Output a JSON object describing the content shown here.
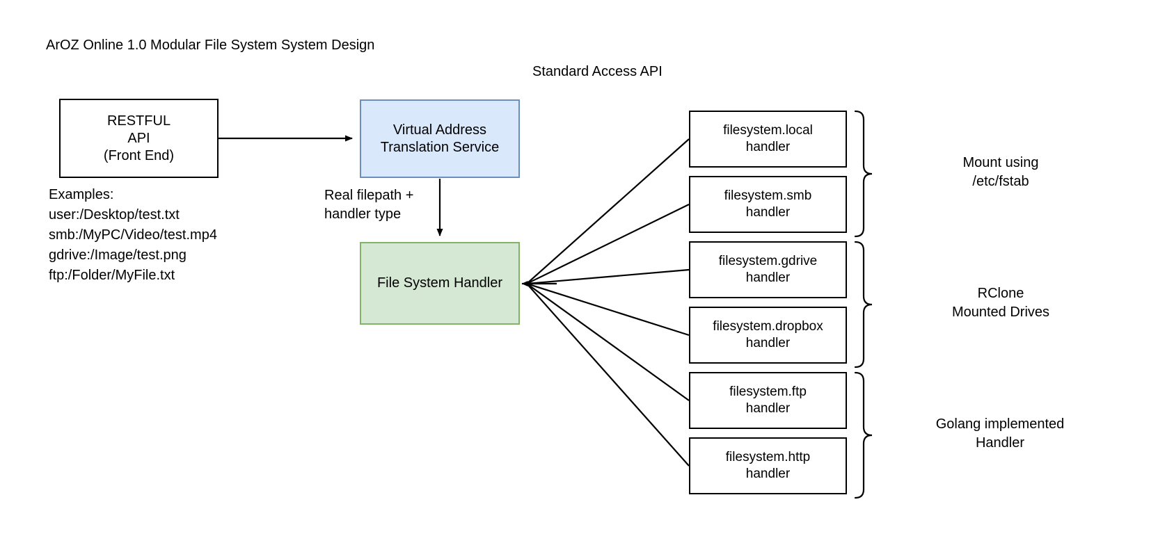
{
  "title": "ArOZ Online 1.0 Modular File System System Design",
  "captions": {
    "standard_access_api": "Standard Access API",
    "edge_translate": "Real filepath +\nhandler type"
  },
  "nodes": {
    "restful_api": {
      "label": "RESTFUL\nAPI\n(Front End)",
      "fill": "#ffffff",
      "stroke": "#000000"
    },
    "virtual_address_translation": {
      "label": "Virtual Address\nTranslation Service",
      "fill": "#dae8fc",
      "stroke": "#6c8ebf"
    },
    "file_system_handler": {
      "label": "File System Handler",
      "fill": "#d5e8d4",
      "stroke": "#82b366"
    }
  },
  "examples": {
    "heading": "Examples:",
    "items": [
      "user:/Desktop/test.txt",
      "smb:/MyPC/Video/test.mp4",
      "gdrive:/Image/test.png",
      "ftp:/Folder/MyFile.txt"
    ],
    "text": "Examples:\nuser:/Desktop/test.txt\nsmb:/MyPC/Video/test.mp4\ngdrive:/Image/test.png\nftp:/Folder/MyFile.txt"
  },
  "handlers": [
    {
      "name": "filesystem.local",
      "label": "filesystem.local\nhandler"
    },
    {
      "name": "filesystem.smb",
      "label": "filesystem.smb\nhandler"
    },
    {
      "name": "filesystem.gdrive",
      "label": "filesystem.gdrive\nhandler"
    },
    {
      "name": "filesystem.dropbox",
      "label": "filesystem.dropbox\nhandler"
    },
    {
      "name": "filesystem.ftp",
      "label": "filesystem.ftp\nhandler"
    },
    {
      "name": "filesystem.http",
      "label": "filesystem.http\nhandler"
    }
  ],
  "handler_groups": [
    {
      "label": "Mount using\n/etc/fstab",
      "handlers": [
        "filesystem.local",
        "filesystem.smb"
      ]
    },
    {
      "label": "RClone\nMounted Drives",
      "handlers": [
        "filesystem.gdrive",
        "filesystem.dropbox"
      ]
    },
    {
      "label": "Golang implemented\nHandler",
      "handlers": [
        "filesystem.ftp",
        "filesystem.http"
      ]
    }
  ],
  "colors": {
    "line": "#000000",
    "background": "#ffffff",
    "blue_fill": "#dae8fc",
    "blue_stroke": "#6c8ebf",
    "green_fill": "#d5e8d4",
    "green_stroke": "#82b366"
  }
}
